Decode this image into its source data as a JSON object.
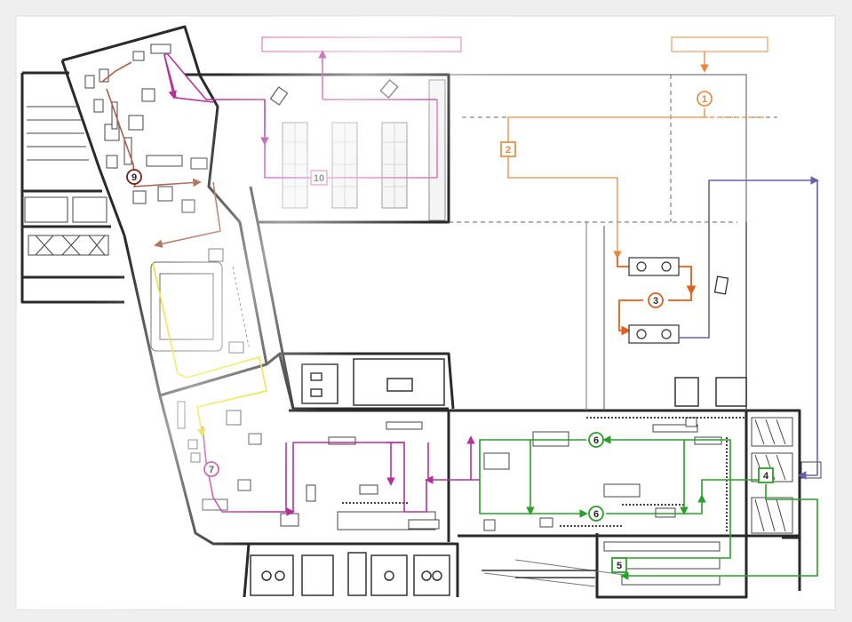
{
  "colors": {
    "background": "#efefef",
    "sheet": "#ffffff",
    "wall": "#2a2a2a",
    "thin_line": "#555555",
    "orange": "#e8863a",
    "orange_dark": "#e0601a",
    "magenta": "#b5309a",
    "pink": "#e070b0",
    "brown": "#a8604a",
    "yellow": "#f0e000",
    "green": "#2aa02a",
    "purple": "#6a5fb0",
    "marker_dark": "#7a2018"
  },
  "markers": [
    {
      "id": "marker-1",
      "label": "1",
      "shape": "circle",
      "color": "orange"
    },
    {
      "id": "marker-2",
      "label": "2",
      "shape": "square",
      "color": "orange"
    },
    {
      "id": "marker-3",
      "label": "3",
      "shape": "circle",
      "color": "orange_dark"
    },
    {
      "id": "marker-4",
      "label": "4",
      "shape": "square",
      "color": "green"
    },
    {
      "id": "marker-5",
      "label": "5",
      "shape": "square",
      "color": "green"
    },
    {
      "id": "marker-6a",
      "label": "6",
      "shape": "circle",
      "color": "green"
    },
    {
      "id": "marker-6b",
      "label": "6",
      "shape": "circle",
      "color": "green"
    },
    {
      "id": "marker-7",
      "label": "7",
      "shape": "circle",
      "color": "magenta"
    },
    {
      "id": "marker-9",
      "label": "9",
      "shape": "circle",
      "color": "marker_dark"
    },
    {
      "id": "marker-10",
      "label": "10",
      "shape": "square",
      "color": "pink"
    }
  ]
}
